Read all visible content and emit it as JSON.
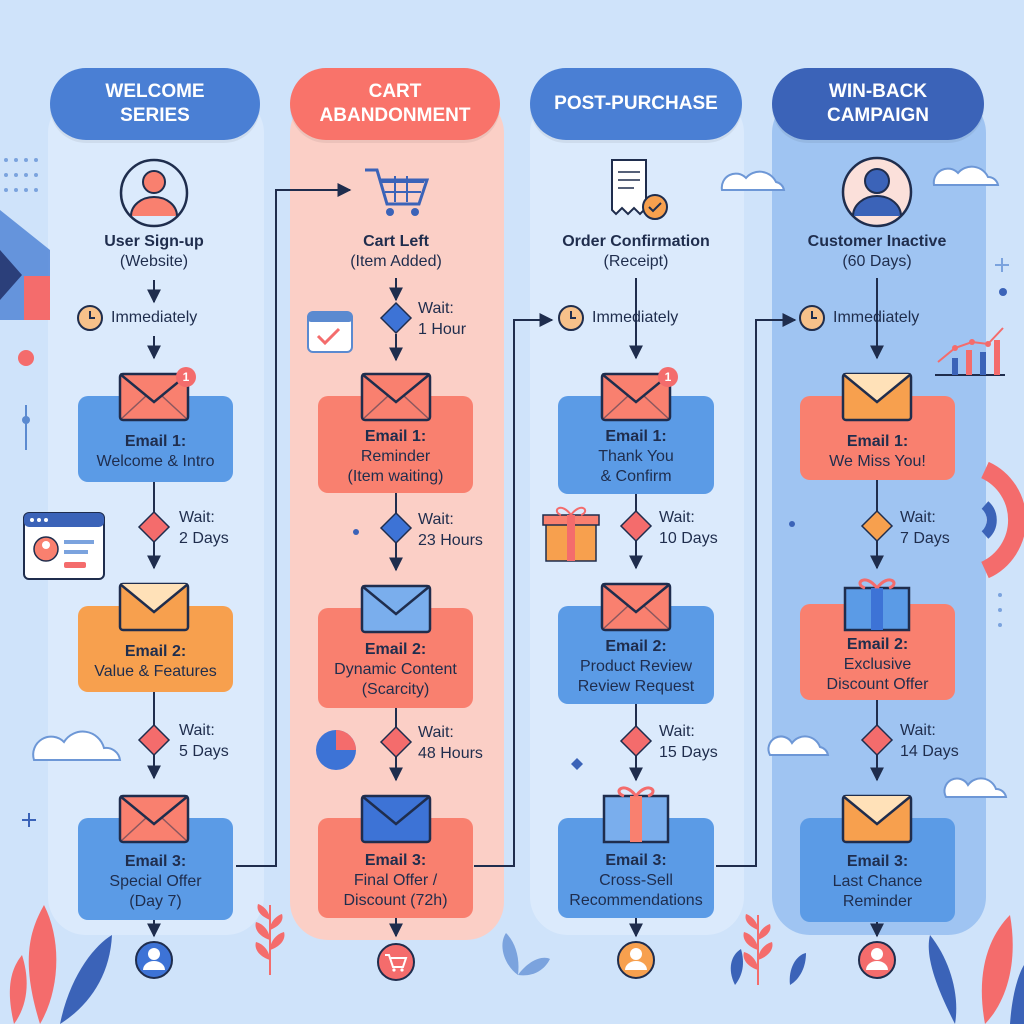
{
  "columns": [
    {
      "id": "welcome",
      "header": [
        "WELCOME",
        "SERIES"
      ],
      "trigger": {
        "title": "User Sign-up",
        "subtitle": "(Website)"
      },
      "first_step": "Immediately",
      "emails": [
        {
          "title": "Email 1:",
          "lines": [
            "Welcome & Intro"
          ]
        },
        {
          "title": "Email 2:",
          "lines": [
            "Value & Features"
          ]
        },
        {
          "title": "Email 3:",
          "lines": [
            "Special Offer",
            "(Day 7)"
          ]
        }
      ],
      "waits": [
        [
          "Wait:",
          "2 Days"
        ],
        [
          "Wait:",
          "5 Days"
        ]
      ]
    },
    {
      "id": "cart",
      "header": [
        "CART",
        "ABANDONMENT"
      ],
      "trigger": {
        "title": "Cart Left",
        "subtitle": "(Item Added)"
      },
      "first_step": [
        "Wait:",
        "1 Hour"
      ],
      "emails": [
        {
          "title": "Email 1:",
          "lines": [
            "Reminder",
            "(Item waiting)"
          ]
        },
        {
          "title": "Email 2:",
          "lines": [
            "Dynamic Content",
            "(Scarcity)"
          ]
        },
        {
          "title": "Email 3:",
          "lines": [
            "Final Offer /",
            "Discount (72h)"
          ]
        }
      ],
      "waits": [
        [
          "Wait:",
          "23 Hours"
        ],
        [
          "Wait:",
          "48 Hours"
        ]
      ]
    },
    {
      "id": "post",
      "header": [
        "POST-PURCHASE"
      ],
      "trigger": {
        "title": "Order Confirmation",
        "subtitle": "(Receipt)"
      },
      "first_step": "Immediately",
      "emails": [
        {
          "title": "Email 1:",
          "lines": [
            "Thank You",
            "& Confirm"
          ]
        },
        {
          "title": "Email 2:",
          "lines": [
            "Product Review",
            "Review Request"
          ]
        },
        {
          "title": "Email 3:",
          "lines": [
            "Cross-Sell",
            "Recommendations"
          ]
        }
      ],
      "waits": [
        [
          "Wait:",
          "10 Days"
        ],
        [
          "Wait:",
          "15 Days"
        ]
      ]
    },
    {
      "id": "winback",
      "header": [
        "WIN-BACK",
        "CAMPAIGN"
      ],
      "trigger": {
        "title": "Customer Inactive",
        "subtitle": "(60 Days)"
      },
      "first_step": "Immediately",
      "emails": [
        {
          "title": "Email 1:",
          "lines": [
            "We Miss You!"
          ]
        },
        {
          "title": "Email 2:",
          "lines": [
            "Exclusive",
            "Discount Offer"
          ]
        },
        {
          "title": "Email 3:",
          "lines": [
            "Last Chance",
            "Reminder"
          ]
        }
      ],
      "waits": [
        [
          "Wait:",
          "7 Days"
        ],
        [
          "Wait:",
          "14 Days"
        ]
      ]
    }
  ],
  "badges": {
    "welcome_email1": "1",
    "post_email1": "1"
  },
  "colors": {
    "background": "#cfe3fa",
    "blue_header": "#4a7fd4",
    "coral_header": "#f9736a",
    "navy_header": "#3b63b8",
    "blue_box": "#5b9be6",
    "coral_box": "#f9806f",
    "orange_box": "#f7a04e",
    "diamond": "#f46c6c",
    "diamond_blue": "#3d73d6",
    "diamond_orange": "#f7a04e",
    "line": "#1f2d4d"
  },
  "icons": [
    "user-icon",
    "shopping-cart-icon",
    "receipt-icon",
    "clock-icon",
    "envelope-icon",
    "gift-icon",
    "calendar-icon",
    "pie-chart-icon",
    "bar-chart-icon",
    "browser-profile-icon",
    "cloud-icon",
    "leaf-icon"
  ]
}
